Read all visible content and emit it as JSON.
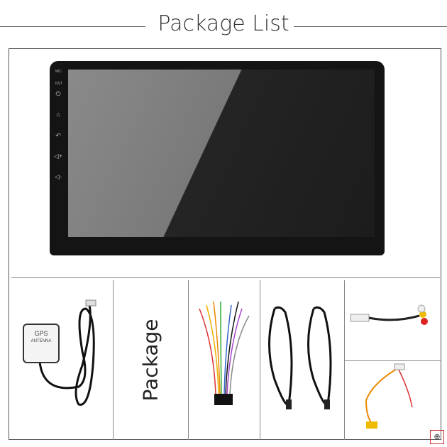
{
  "title": "Package List",
  "head_unit": {
    "buttons": [
      "MIC",
      "RST",
      "power-icon",
      "home-icon",
      "back-icon",
      "volume-up-icon",
      "volume-down-icon"
    ],
    "labels": {
      "mic": "MIC",
      "rst": "RST"
    }
  },
  "gps": {
    "line1": "GPS",
    "line2": "ANTENNA"
  },
  "package_label": "Package",
  "items": [
    "gps-antenna",
    "package",
    "wiring-harness",
    "usb-cables",
    "rca-cable",
    "camera-cable"
  ]
}
